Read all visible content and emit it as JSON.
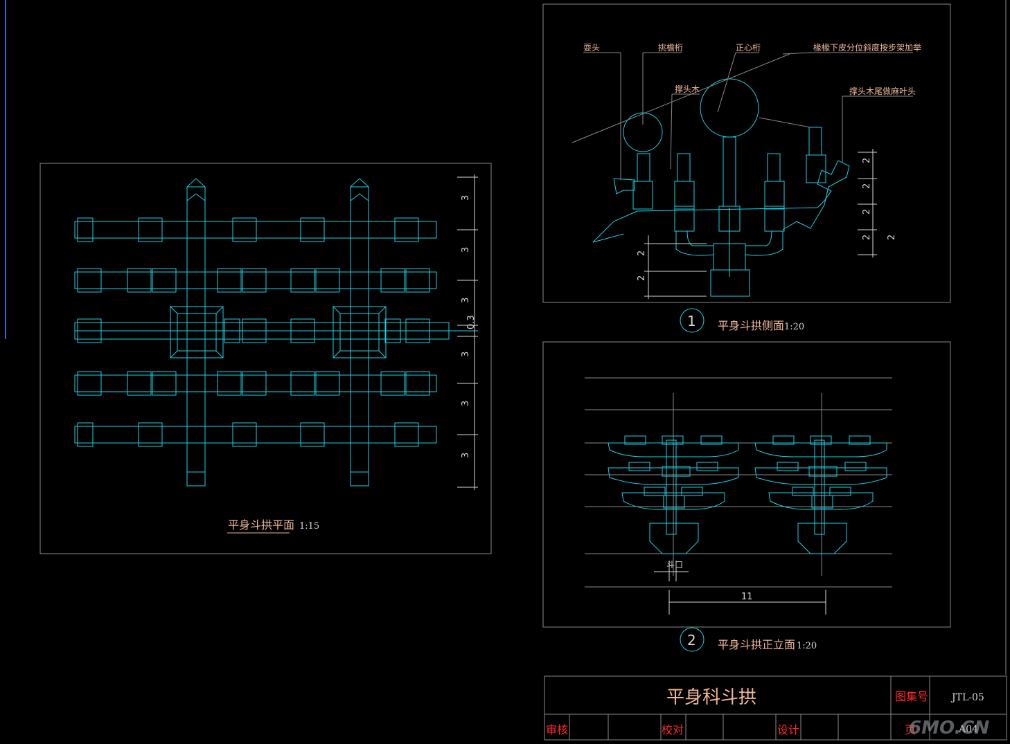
{
  "plan_view": {
    "title": "平身斗拱平面",
    "scale": "1:15",
    "dimensions": [
      "3",
      "3",
      "3",
      "0.3",
      "3",
      "3",
      "3"
    ]
  },
  "side_view": {
    "number": "1",
    "title": "平身斗拱侧面",
    "scale": "1:20",
    "labels": {
      "shuatou": "耍头",
      "tiaoyan": "挑檐桁",
      "zhengxin": "正心桁",
      "chengtou": "撑头木",
      "note": "椽椽下皮分位斜度按步架加举",
      "tail": "撑头木尾做麻叶头"
    },
    "dims_right": [
      "2",
      "2",
      "2",
      "2",
      "2"
    ],
    "dims_left": [
      "2",
      "2"
    ]
  },
  "front_view": {
    "number": "2",
    "title": "平身斗拱正立面",
    "scale": "1:20",
    "doukou": "斗口",
    "width_dim": "11"
  },
  "title_block": {
    "name": "平身科斗拱",
    "atlas_label": "图集号",
    "atlas_no": "JTL-05",
    "review": "审核",
    "check": "校对",
    "design": "设计",
    "page_label": "页",
    "page_no": "A04",
    "watermark": "6MO.CN"
  },
  "colors": {
    "background": "#000000",
    "lines": "#19d3e6",
    "text_label": "#f0b898",
    "text_red": "#ff2a2a",
    "dims": "#d8d8d8"
  }
}
